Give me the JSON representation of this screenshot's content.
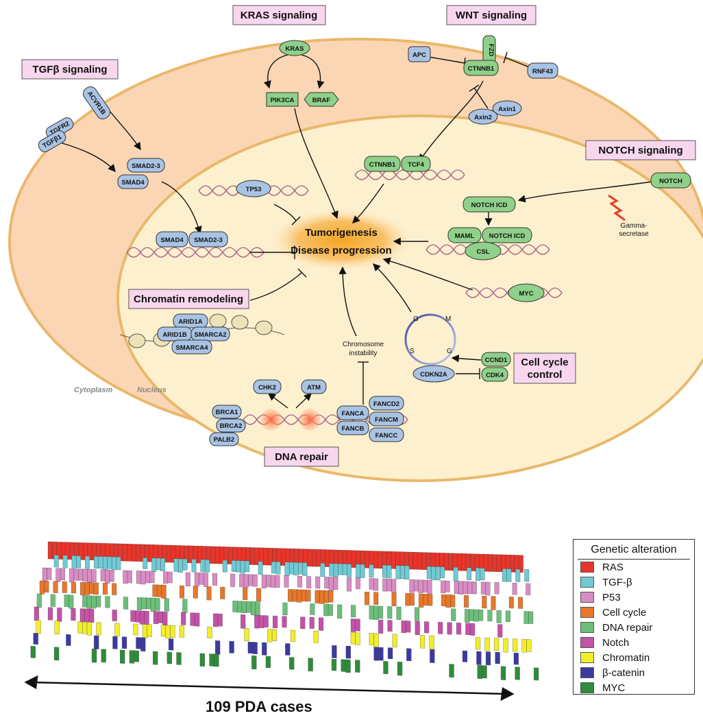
{
  "pathways": {
    "kras": "KRAS signaling",
    "wnt": "WNT signaling",
    "tgfb": "TGFβ signaling",
    "notch": "NOTCH signaling",
    "chromatin": "Chromatin remodeling",
    "cellcycle_line1": "Cell cycle",
    "cellcycle_line2": "control",
    "dnarepair": "DNA repair"
  },
  "genes": {
    "kras": "KRAS",
    "pik3ca": "PIK3CA",
    "braf": "BRAF",
    "apc": "APC",
    "fzd": "FZD",
    "ctnnb1": "CTNNB1",
    "rnf43": "RNF43",
    "axin1": "Axin1",
    "axin2": "Axin2",
    "acvr1b": "ACVR1B",
    "tgfr2": "TGFR2",
    "tgfb1": "TGFβ1",
    "smad23": "SMAD2-3",
    "smad4": "SMAD4",
    "tp53": "TP53",
    "tcf4": "TCF4",
    "notch": "NOTCH",
    "notch_icd": "NOTCH ICD",
    "maml": "MAML",
    "csl": "CSL",
    "myc": "MYC",
    "arid1a": "ARID1A",
    "arid1b": "ARID1B",
    "smarca2": "SMARCA2",
    "smarca4": "SMARCA4",
    "ccnd1": "CCND1",
    "cdk4": "CDK4",
    "cdkn2a": "CDKN2A",
    "chk2": "CHK2",
    "atm": "ATM",
    "brca1": "BRCA1",
    "brca2": "BRCA2",
    "palb2": "PALB2",
    "fanca": "FANCA",
    "fancb": "FANCB",
    "fancd2": "FANCD2",
    "fancm": "FANCM",
    "fancc": "FANCC"
  },
  "labels": {
    "center_line1": "Tumorigenesis",
    "center_line2": "Disease progression",
    "chrom_instab_line1": "Chromosome",
    "chrom_instab_line2": "instability",
    "gamma_line1": "Gamma-",
    "gamma_line2": "secretase",
    "cytoplasm": "Cytoplasm",
    "nucleus": "Nucleus",
    "g2": "G",
    "m": "M",
    "s": "S",
    "g1": "G"
  },
  "legend": {
    "title": "Genetic alteration",
    "items": [
      {
        "label": "RAS",
        "color": "#e8352a"
      },
      {
        "label": "TGF-β",
        "color": "#6fcad4"
      },
      {
        "label": "P53",
        "color": "#d98cc4"
      },
      {
        "label": "Cell cycle",
        "color": "#e8772a"
      },
      {
        "label": "DNA repair",
        "color": "#6cbf7a"
      },
      {
        "label": "Notch",
        "color": "#c452a8"
      },
      {
        "label": "Chromatin",
        "color": "#f2ee2a"
      },
      {
        "label": "β-catenin",
        "color": "#3c3aa0"
      },
      {
        "label": "MYC",
        "color": "#2e8c3a"
      }
    ]
  },
  "cases_label": "109 PDA cases"
}
